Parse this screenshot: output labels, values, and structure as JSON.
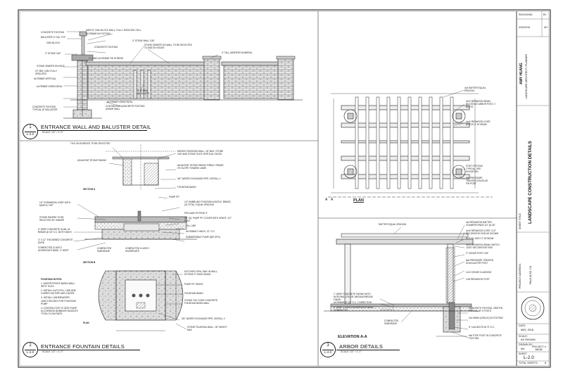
{
  "titleblock": {
    "revisions_label": "REVISIONS",
    "by_label": "BY",
    "date_value": "4/30/2018",
    "by_value": "AH",
    "firm_name": "AMY HUANG",
    "firm_sub": "LANDSCAPE ARCHITECT / PLANNER",
    "sheet_title_label": "SHEET TITLE:",
    "sheet_title": "LANDSCAPE CONSTRUCTION DETAILS",
    "project_label": "PROJECT ADDRESS:",
    "project_city": "PALO ALTO, CA",
    "date_label": "DATE:",
    "date": "MAY, 2018",
    "scale_label": "SCALE:",
    "scale": "AS SHOWN",
    "drawn_label": "DRAWN BY:",
    "drawn": "AH",
    "project_no_label": "PROJECT #",
    "project_no": "18036",
    "sheet_label": "SHEET",
    "sheet": "L-2.0",
    "total_label": "TOTAL SHEETS:",
    "total": "8"
  },
  "details": [
    {
      "num": "1",
      "sheet": "L-2.0",
      "title": "ENTRANCE WALL AND BALUSTER DETAIL",
      "scale": "SCALE: 1/2\" = 1'-0\""
    },
    {
      "num": "2",
      "sheet": "L-2.0",
      "title": "ENTRANCE FOUNTAIN DETAILS",
      "scale": "SCALE: 1/2\" = 1'-0\""
    },
    {
      "num": "3",
      "sheet": "L-2.0",
      "title": "ARBOR DETAILS",
      "scale": "SCALE: 1/2\" = 1'-0\""
    }
  ],
  "wall_labels": {
    "l1": "CONCRETE FOOTING",
    "l2": "BALUSTER 4\" DIA. TYP.",
    "l3": "CMU BLOCK",
    "l4": "3\" STONE CAP",
    "l5": "STONE VENEER ON FACE",
    "l6": "10\" MIN. CMU FULLY GROUTED",
    "l7": "#4 REBAR VERTICAL",
    "l8": "#4 REBAR HORIZONTAL",
    "l9": "CONCRETE FOOTING TYPICAL AT BALUSTER",
    "t1": "#4B'S 8\" CMU BLOCK WALL, FULLY GROUTED CELL",
    "t2": "#4 REBAR IN FOOTING",
    "t3": "3\" STONE WALL CAP",
    "t4": "STONE VENEER ON WALL TO BE SELECTED TO MATCH HOUSE",
    "t5": "4\" TALL ADDRESS NUMERAL",
    "t6": "3\" STONE BALUSTER",
    "t7": "#4 REBAR HORIZONTAL",
    "t8": "CONTINUOUS CONCRETE FOOTING UNDER WALL",
    "concrete_footing_b": "CONCRETE FOOTING",
    "lap": "1\" LONG #4 REBAR TIE AT BEND"
  },
  "fountain_labels": {
    "f1": "TILE ON SURFACE TO BE SELECTED",
    "f2": "ADJACENT STONE PAVING",
    "f3": "RAISED FOUNTAIN WALL, 18\" MAX. STONE CAP AND STONE TILES VERTICAL FACES",
    "f4": "ADJACENT STONE PAVING FIRMLY GRADE, 2% SLOPE TOWARD LAWN",
    "f5": "3/4\" WATER EXCHANGE PIPE, INSTALL 2",
    "f6": "FOUNTAIN BASIN",
    "f7": "PUMP PIT",
    "section_a": "SECTION A",
    "f8": "1/2\" EXPANSION JOINT WITH MASTIC TOP",
    "f9": "STONE PAVERS TO BE SELECTED BY OWNER",
    "f10": "6\" DEEP CONCRETE SLAB, #4 REBAR @ 18\" O.C. BOTH WAYS",
    "f11": "4\" X 12\" THICKENED CONCRETE EDGE",
    "f12": "COMPACTED CLASS 2 AGGREGATE BASE, 4\" DEEP",
    "f13": "1/2\" BUBBLING FOUNTAIN NOZZLE, BRASS, (3) TOTAL, EQUAL SPACING",
    "f14": "SPILLWAY EXTEND 3\"",
    "f15": "18\" SQ. PUMP PIT COVER WITH GRATE, 1/2\" FACE",
    "f16": "FILL LINE",
    "f17": "#4 REBAR 2 WAYS, 12\" O.C.",
    "f18": "SUBMERSIBLE PUMP (480 GPH)",
    "f19": "COMPACTED SUBGRADE",
    "f20": "COMPACTED CLASS 2 AGGREGATE",
    "section_b": "SECTION B",
    "f21": "NOTCHED SPILL WAY IN WALL, EXTEND 3\" EDGE BASIN",
    "f22": "PUMP PIT GRATE",
    "f23": "FOUNTAIN BASIN",
    "f24": "STONE TILE OVER CONCRETE FOUNTAIN BASIN WALL",
    "f25": "3/4\" WATER EXCHANGE PIPE, INSTALL 2",
    "f26": "STONE FOUNTAIN WALL, 18\" HEIGHT MAX",
    "plan": "PLAN",
    "notes_title": "FOUNTAIN NOTES:",
    "n1": "1. WATER PROOF BASIN WALL WITH TILES.",
    "n2": "2. INSTALL AUTO FILL LINE AND OVERFLOW PIPE W/FLOATER.",
    "n3": "3. INSTALL UNDERWATER JUNCTION BOX FOR FOUNTAIN PUMP.",
    "n4": "4. CONTRACTOR TO SIZE PUMP ACCORDING BUBBLER NOZZLES TOTAL FLOW RATE."
  },
  "arbor_labels": {
    "a1": "4x4 RAFTER EQUAL SPACING",
    "a2": "4x10 REDWOOD BEAM BOLTED AT ARBOR POST, 2 BOLTS",
    "a3": "4x10 REDWOOD JOIST, NOTCH 2\" AT BEAM",
    "a4": "POST FOOTING TYPICAL, SEE ELEVATION",
    "a5": "6x6 PRESSURE TREATED DOUGLAS FIR POST",
    "plan": "PLAN",
    "aa": "A",
    "aa2": "A",
    "e1": "RAFTER EQUAL SPACING",
    "e2": "4x4 REDWOOD RAFTER, CHAMFER ENDS 1/2\" @ 45\"",
    "e3": "4x10 REDWOOD JOIST, CUT DECORATIVE END AS SHOWN",
    "e4": "NOTCH JOIST 2\" AT BEAM",
    "e5": "4x10 REDWOOD BEAM, MATCH JOIST DECORATIVE END",
    "e6": "3\" CEDAR POST CAP",
    "e7": "6x6 PRESSURE TREATED DOUGLAS FIR POST",
    "e8": "1x12 CEDAR CLADDING",
    "e9": "1/16 REDWOOD POST",
    "e10": "1\" DEEP CONCRETE PAVING WITH INTEGRAL COLOR, MEDIUM BROOM FINISH",
    "e11": "#4 REBAR AT 18\" O.C. 2 DIRECTION",
    "e12": "4\" DEEP CLASS II AGGREGATE BASE, COMPACTED",
    "e13": "COMPACTED SUBGRADE",
    "e14": "CONCRETE FOOTING, 2500 PSI, TYPICAL AT 4 POSTS",
    "e15": "2x4 WWM (CIRCLE) IN FOOTING",
    "e16": "5\" LAG BOLTS AT 8\" O.C.",
    "e17": "6x6 PTDF POST IN CONCRETE FOOTING",
    "elev": "ELEVATION A-A"
  }
}
